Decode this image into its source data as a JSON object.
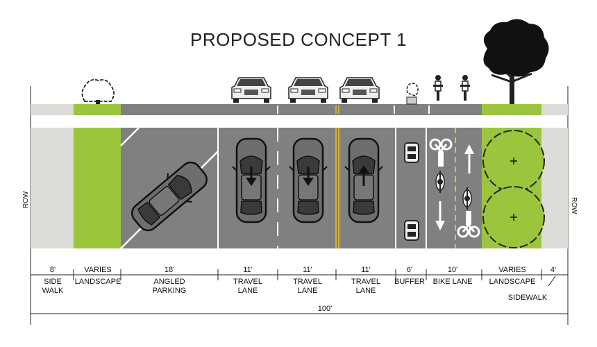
{
  "title": "PROPOSED CONCEPT 1",
  "row_label": "ROW",
  "total_width": "100'",
  "colors": {
    "sidewalk": "#dcdcd8",
    "landscape": "#9bc53d",
    "asphalt": "#808080",
    "yellow_line": "#f0c020",
    "white_line": "#ffffff"
  },
  "segments": [
    {
      "width": "8'",
      "name": "SIDE\nWALK"
    },
    {
      "width": "VARIES",
      "name": "LANDSCAPE"
    },
    {
      "width": "18'",
      "name": "ANGLED\nPARKING"
    },
    {
      "width": "11'",
      "name": "TRAVEL\nLANE"
    },
    {
      "width": "11'",
      "name": "TRAVEL\nLANE"
    },
    {
      "width": "11'",
      "name": "TRAVEL\nLANE"
    },
    {
      "width": "6'",
      "name": "BUFFER"
    },
    {
      "width": "10'",
      "name": "BIKE LANE"
    },
    {
      "width": "VARIES",
      "name": "LANDSCAPE"
    },
    {
      "width": "4'",
      "name": "SIDEWALK"
    }
  ]
}
